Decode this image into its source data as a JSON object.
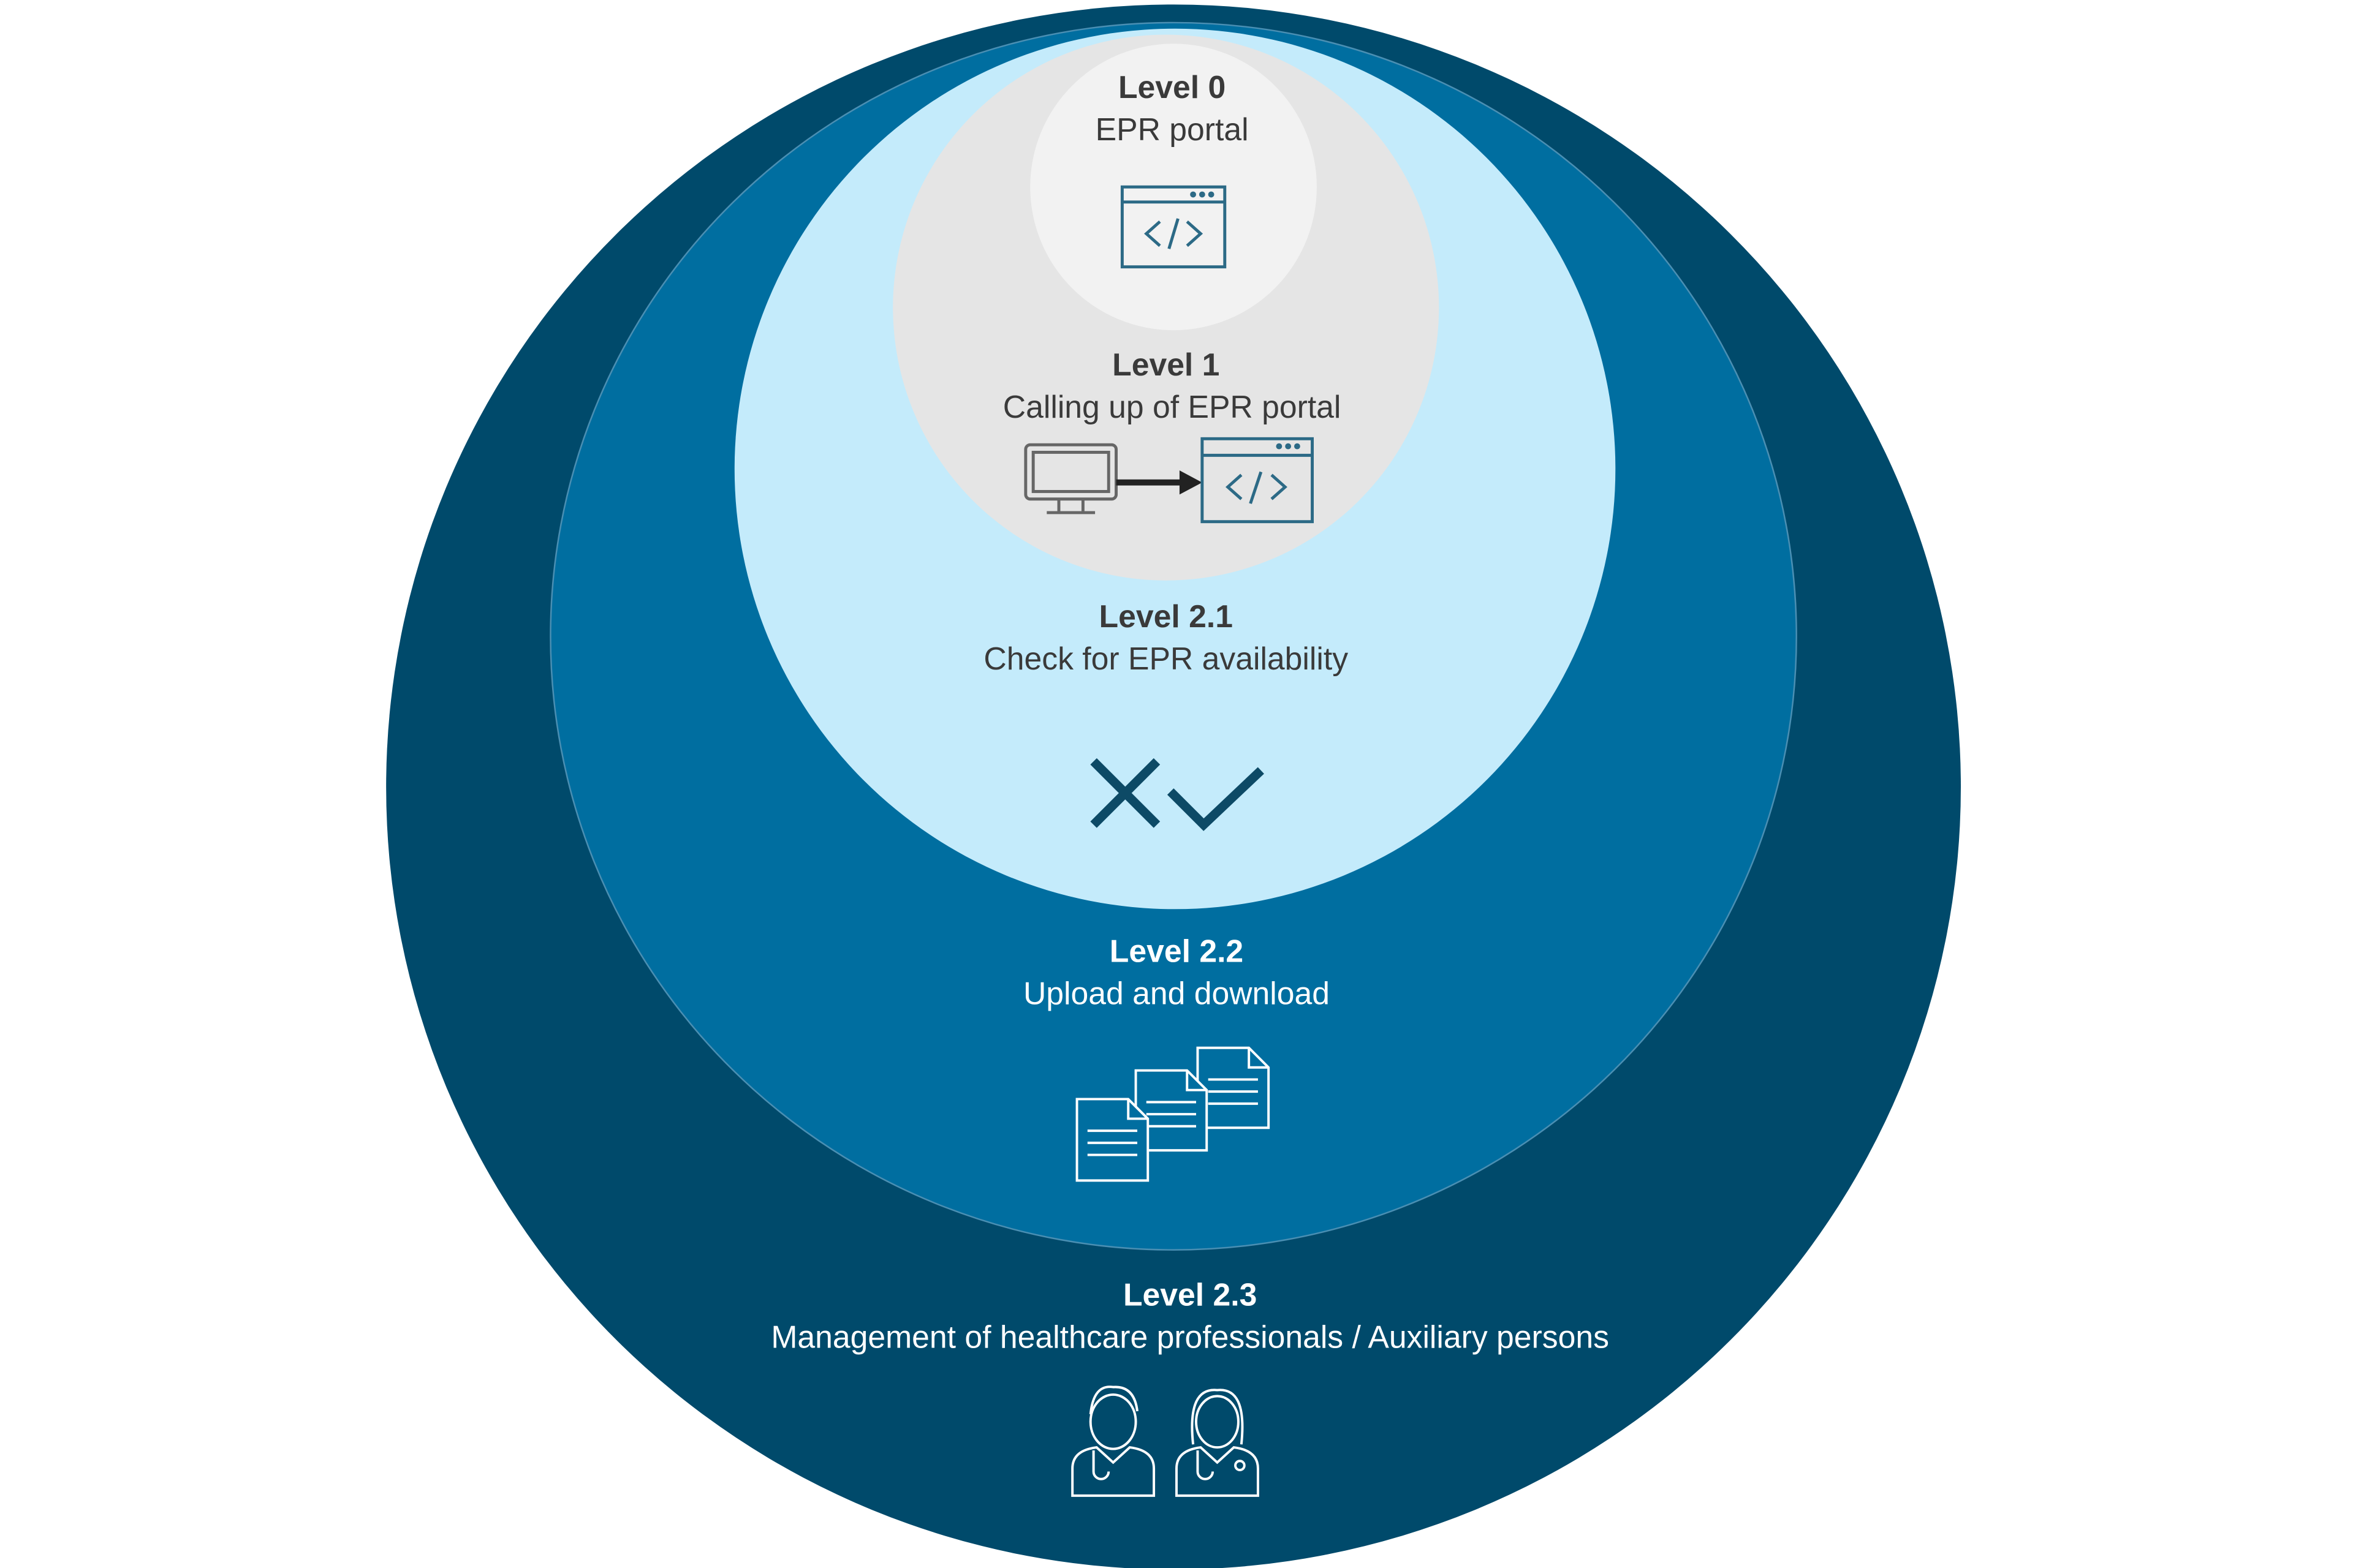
{
  "colors": {
    "level_2_3": "#004a6b",
    "level_2_2": "#006ea0",
    "level_2_1": "#c4ebfb",
    "level_1": "#e5e5e5",
    "level_0": "#f2f2f2",
    "icon": "#2c6a86"
  },
  "levels": [
    {
      "title": "Level 0",
      "subtitle": "EPR portal",
      "icon": "browser-code-icon"
    },
    {
      "title": "Level 1",
      "subtitle": "Calling up of EPR portal",
      "icon": "monitor-to-browser-icon"
    },
    {
      "title": "Level 2.1",
      "subtitle": "Check for EPR availability",
      "icon": "cross-check-icon"
    },
    {
      "title": "Level 2.2",
      "subtitle": "Upload and download",
      "icon": "documents-icon"
    },
    {
      "title": "Level 2.3",
      "subtitle": "Management of healthcare professionals / Auxiliary persons",
      "icon": "doctors-icon"
    }
  ]
}
